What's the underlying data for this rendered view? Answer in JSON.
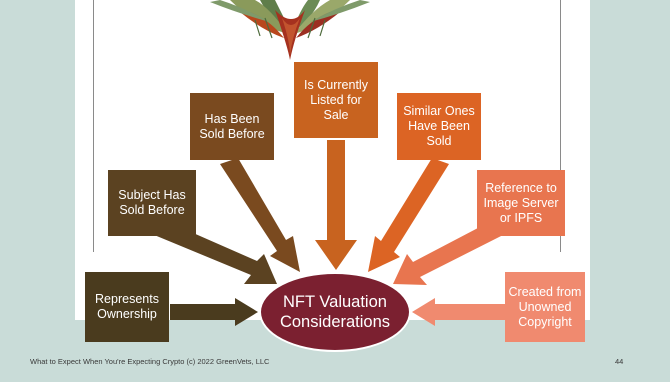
{
  "center": {
    "label": "NFT Valuation Considerations",
    "color": "#7b2030"
  },
  "factors": [
    {
      "label": "Represents Ownership",
      "color": "#4a3b1e"
    },
    {
      "label": "Subject Has Sold Before",
      "color": "#5b4221"
    },
    {
      "label": "Has Been Sold Before",
      "color": "#7a4a1f"
    },
    {
      "label": "Is Currently Listed for Sale",
      "color": "#c8631f"
    },
    {
      "label": "Similar Ones Have Been Sold",
      "color": "#dc6424"
    },
    {
      "label": "Reference to Image Server or IPFS",
      "color": "#e8754f"
    },
    {
      "label": "Created from Unowned Copyright",
      "color": "#f08a6f"
    }
  ],
  "footer": {
    "text": "What to Expect When You're Expecting Crypto (c) 2022 GreenVets, LLC",
    "page_number": "44"
  },
  "decoration": {
    "art": "botanical-leaves-illustration"
  }
}
